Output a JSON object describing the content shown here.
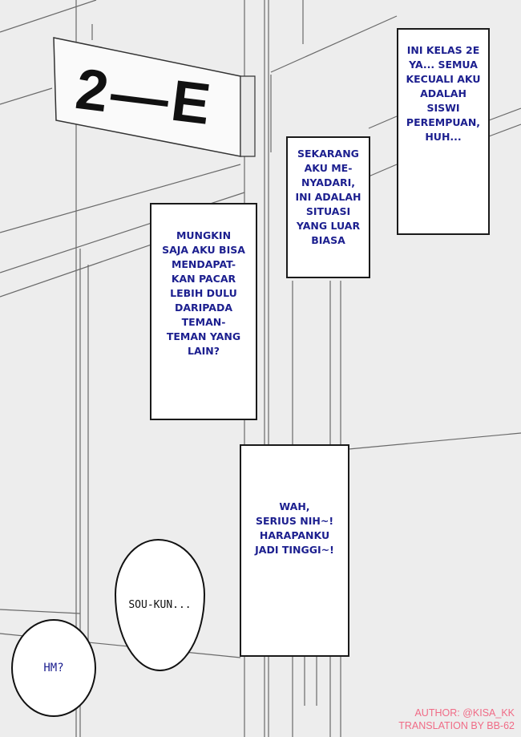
{
  "sign": {
    "text": "2—E"
  },
  "captions": [
    "INI KELAS 2E\nYA... SEMUA\nKECUALI AKU\nADALAH\nSISWI\nPEREMPUAN,\nHUH...",
    "SEKARANG\nAKU ME-\nNYADARI,\nINI ADALAH\nSITUASI\nYANG LUAR\nBIASA",
    "MUNGKIN\nSAJA AKU BISA\nMENDAPAT-\nKAN PACAR\nLEBIH DULU\nDARIPADA\nTEMAN-\nTEMAN YANG\nLAIN?",
    "WAH,\nSERIUS NIH~!\nHARAPANKU\nJADI TINGGI~!"
  ],
  "bubbles": [
    "SOU-KUN...",
    "HM?"
  ],
  "credits": {
    "author": "AUTHOR: @KISA_KK",
    "translation": "TRANSLATION BY BB-62"
  },
  "colors": {
    "caption_text": "#1c1f8f",
    "credits": "#f06b86"
  }
}
